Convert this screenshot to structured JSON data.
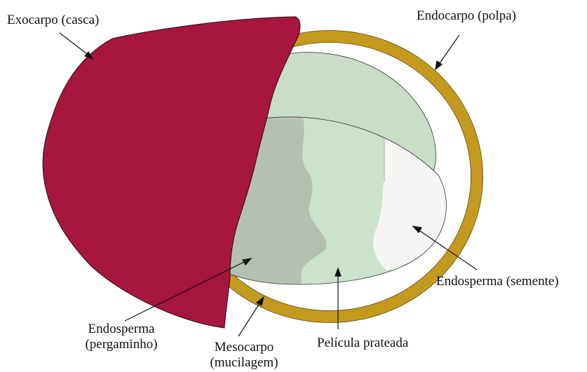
{
  "labels": {
    "exocarpo": "Exocarpo (casca)",
    "endocarpo": "Endocarpo (polpa)",
    "endosperma_semente": "Endosperma (semente)",
    "endosperma_pergaminho_line1": "Endosperma",
    "endosperma_pergaminho_line2": "(pergaminho)",
    "mesocarpo_line1": "Mesocarpo",
    "mesocarpo_line2": "(mucilagem)",
    "pelicula": "Película prateada"
  },
  "colors": {
    "exocarp": "#A6163F",
    "endocarp_ring": "#C49A1E",
    "seed_top": "#C9DDC8",
    "parchment": "#B4C0B1",
    "silver_skin": "#CDE2CC",
    "seed_white": "#F5F5F3",
    "outline": "#222222"
  }
}
